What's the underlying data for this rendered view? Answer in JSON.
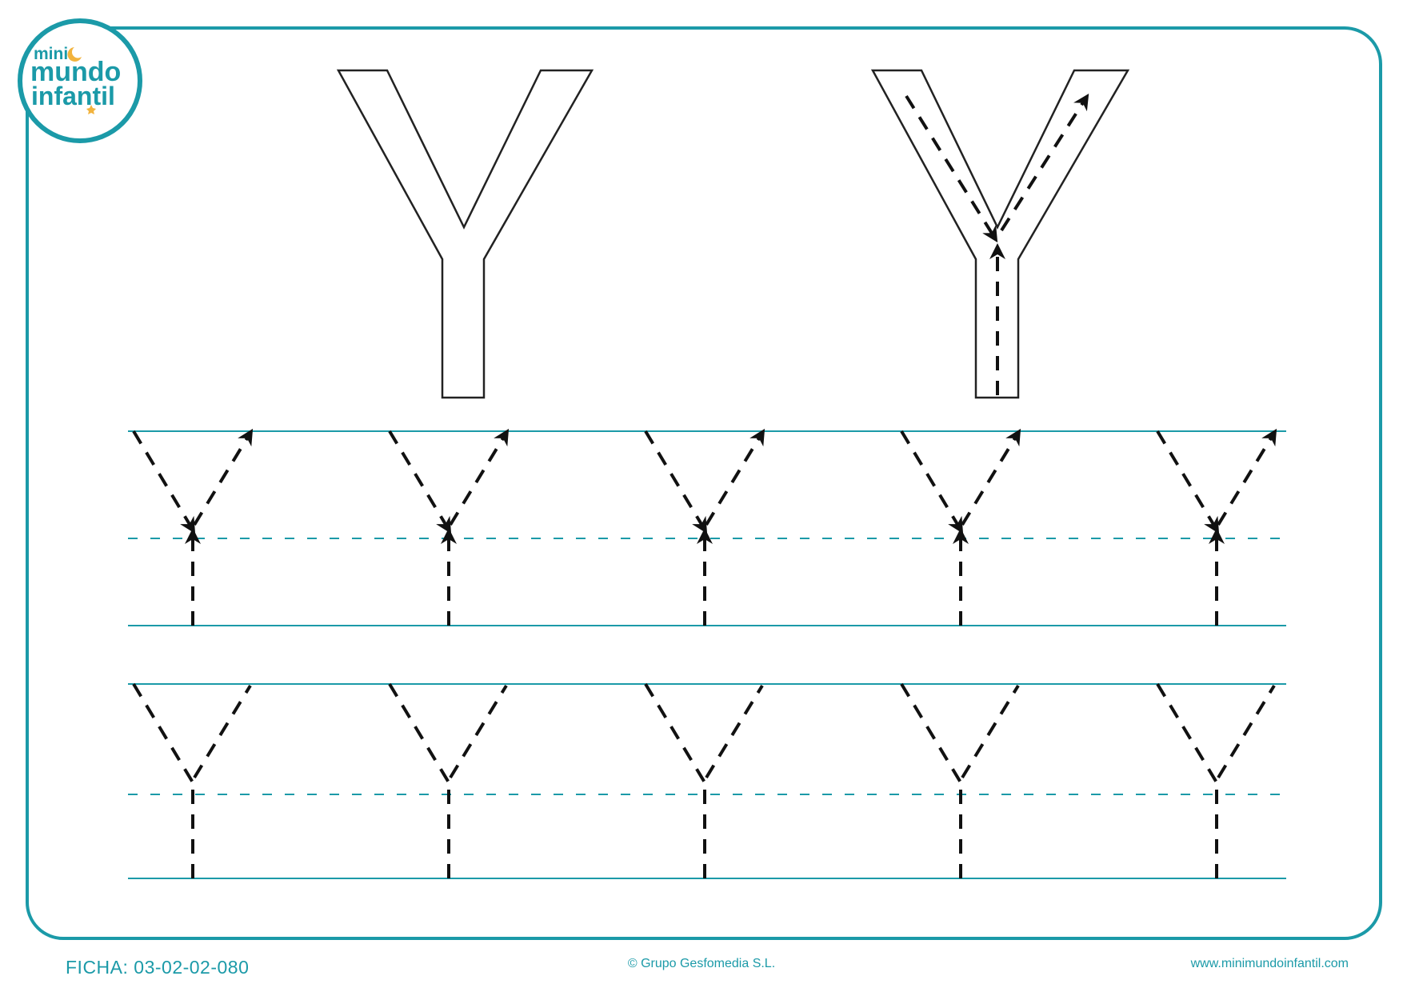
{
  "logo": {
    "line1": "mini",
    "line2": "mundo",
    "line3": "infantil"
  },
  "letters": {
    "model": "Y",
    "guided": "Y"
  },
  "practice": {
    "row1_count": 5,
    "row2_count": 5
  },
  "footer": {
    "code": "FICHA: 03-02-02-080",
    "copyright": "© Grupo Gesfomedia S.L.",
    "website": "www.minimundoinfantil.com"
  },
  "colors": {
    "accent": "#1b9aa8",
    "logo_moon": "#f2b33d",
    "ink": "#111111"
  },
  "icons": {
    "logo": "mini-mundo-infantil-logo",
    "direction": "arrow-icon"
  }
}
